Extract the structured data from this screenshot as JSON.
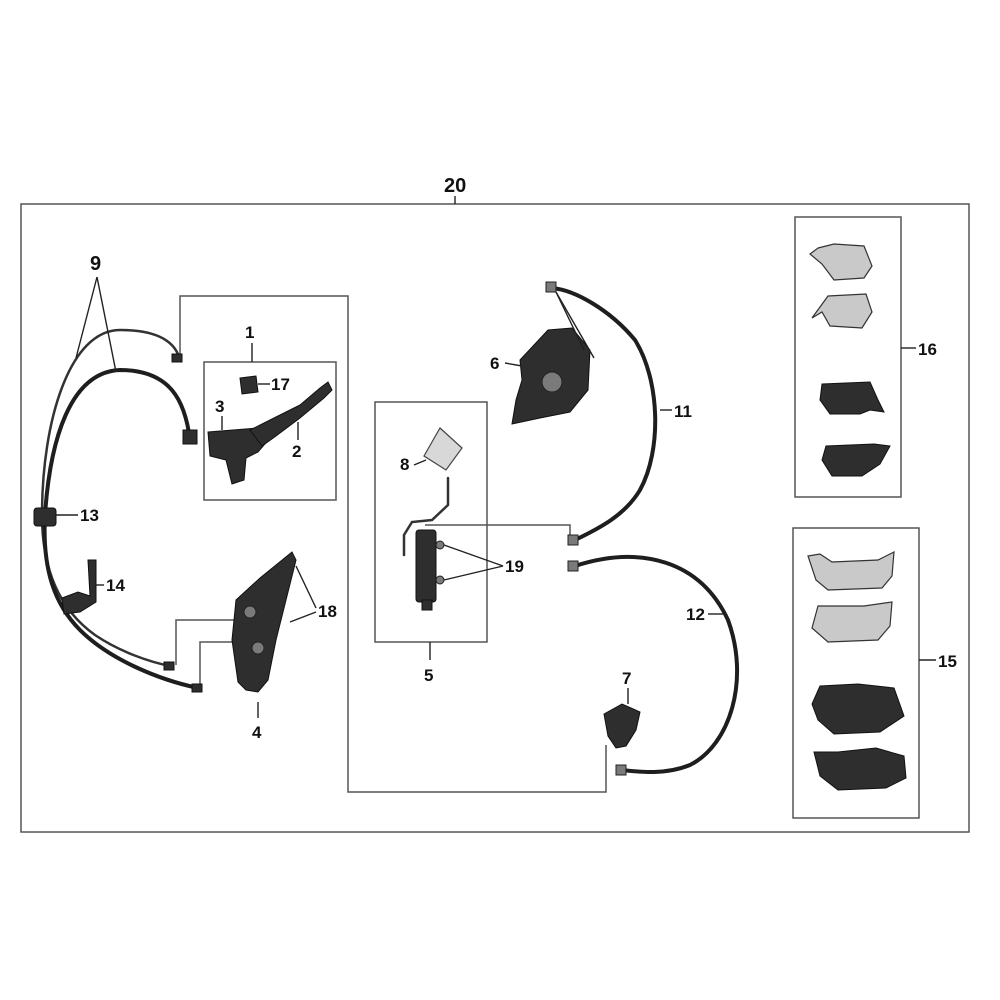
{
  "callouts": {
    "assembly": "20",
    "master_cyl_front": "1",
    "lever": "2",
    "bolt": "3",
    "caliper_front": "4",
    "abs_unit": "5",
    "caliper_rear": "6",
    "rear_master_cyl": "7",
    "bracket": "8",
    "hoses_front": "9",
    "hose_rear_upper": "11",
    "hose_rear_lower": "12",
    "joint": "13",
    "clamp": "14",
    "pads_front": "15",
    "pads_rear": "16",
    "switch": "17",
    "bleeders": "18",
    "fittings": "19"
  }
}
